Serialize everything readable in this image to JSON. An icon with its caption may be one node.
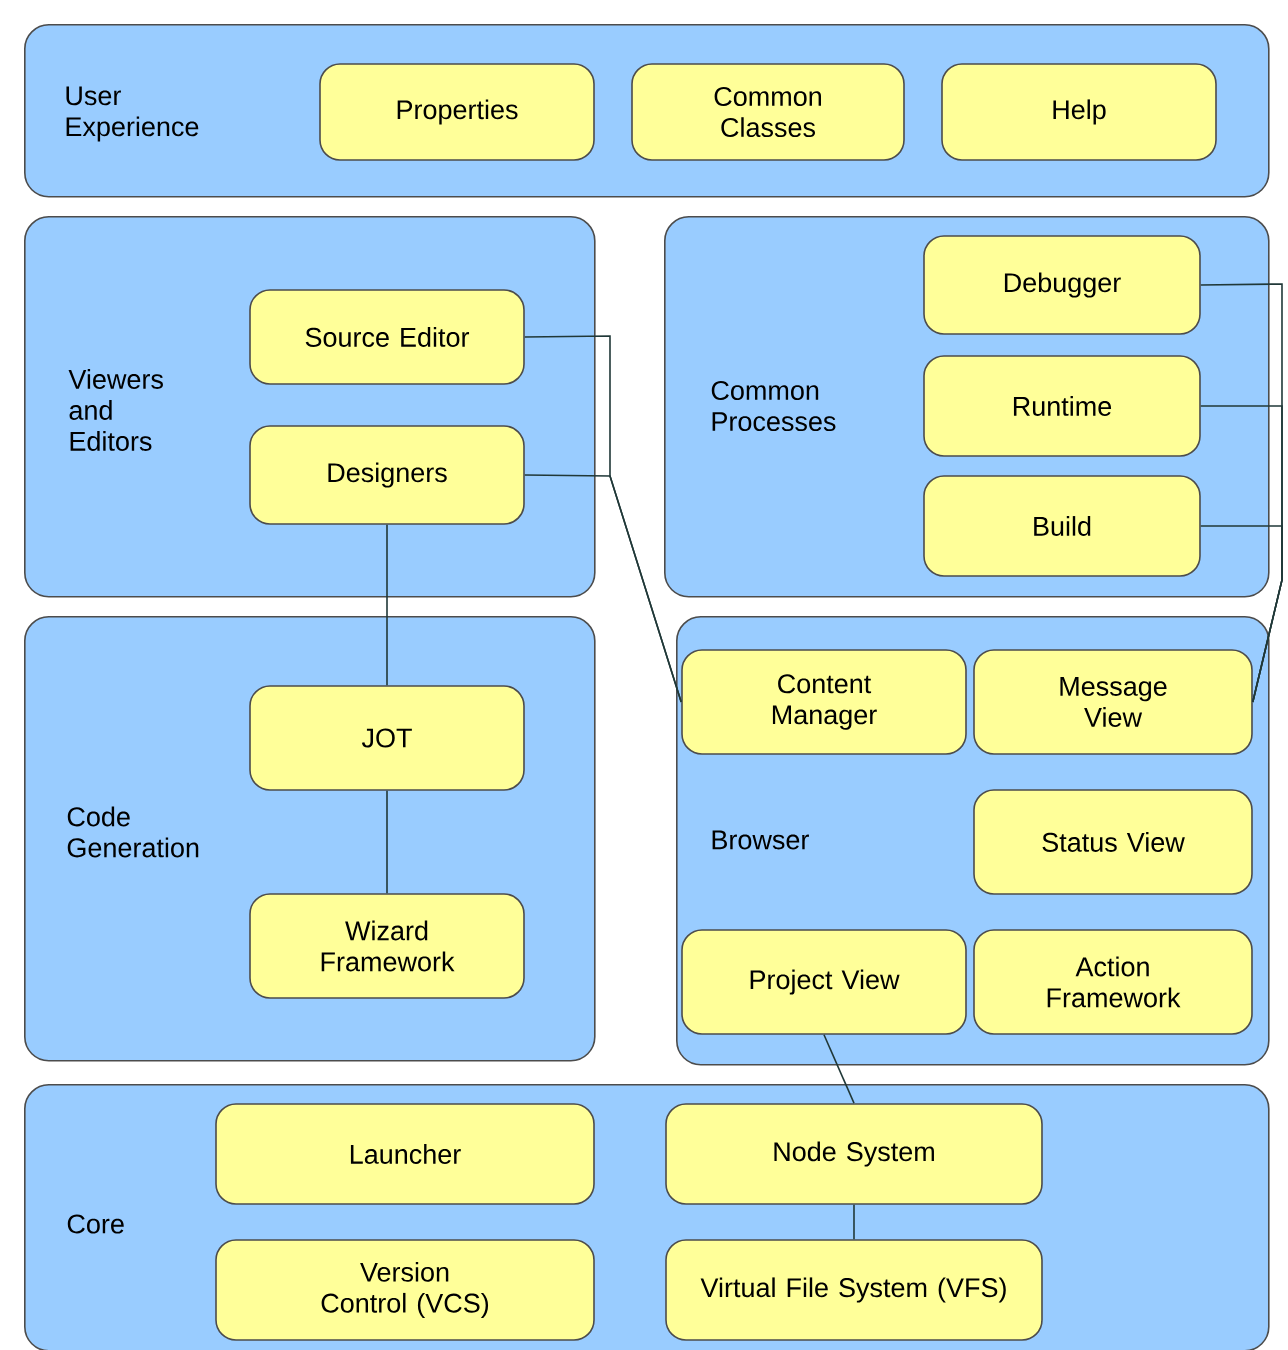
{
  "diagram": {
    "nodes": [
      {
        "text": [
          "User Experience"
        ]
      },
      {
        "text": [
          "Properties"
        ],
        "in": 0
      },
      {
        "text": [
          "Common Classes"
        ],
        "in": 0
      },
      {
        "text": [
          "Help"
        ],
        "in": 0
      },
      {
        "text": [
          "Viewers and Editors"
        ]
      },
      {
        "text": [
          "Source Editor"
        ],
        "in": 4
      },
      {
        "text": [
          "Designers"
        ],
        "in": 4
      },
      {
        "text": [
          "Common Processes"
        ]
      },
      {
        "text": [
          "Debugger"
        ],
        "in": 7
      },
      {
        "text": [
          "Runtime"
        ],
        "in": 7
      },
      {
        "text": [
          "Build"
        ],
        "in": 7
      },
      {
        "text": [
          "Code Generation"
        ]
      },
      {
        "text": [
          "JOT"
        ],
        "in": 11
      },
      {
        "text": [
          "Wizard Framework"
        ],
        "in": 11
      },
      {
        "text": [
          "Browser"
        ]
      },
      {
        "text": [
          "Content Manager"
        ],
        "in": 14
      },
      {
        "text": [
          "Message View"
        ],
        "in": 14
      },
      {
        "text": [
          "Status View"
        ],
        "in": 14
      },
      {
        "text": [
          "Project View"
        ],
        "in": 14
      },
      {
        "text": [
          "Action Framework"
        ],
        "in": 14
      },
      {
        "text": [
          "Core"
        ]
      },
      {
        "text": [
          "Launcher"
        ],
        "in": 20
      },
      {
        "text": [
          "Version Control (VCS)"
        ],
        "in": 20
      },
      {
        "text": [
          "Node System"
        ],
        "in": 20
      },
      {
        "text": [
          "Virtual File System (VFS)"
        ],
        "in": 20
      }
    ],
    "edges": [
      {
        "from": 5,
        "to": 15,
        "arrow": "none"
      },
      {
        "from": 6,
        "to": 15,
        "arrow": "none"
      },
      {
        "from": 6,
        "to": 12,
        "arrow": "none"
      },
      {
        "from": 12,
        "to": 13,
        "arrow": "none"
      },
      {
        "from": 8,
        "to": 16,
        "arrow": "none"
      },
      {
        "from": 9,
        "to": 16,
        "arrow": "none"
      },
      {
        "from": 10,
        "to": 16,
        "arrow": "none"
      },
      {
        "from": 18,
        "to": 23,
        "arrow": "none"
      },
      {
        "from": 23,
        "to": 24,
        "arrow": "none"
      }
    ]
  }
}
